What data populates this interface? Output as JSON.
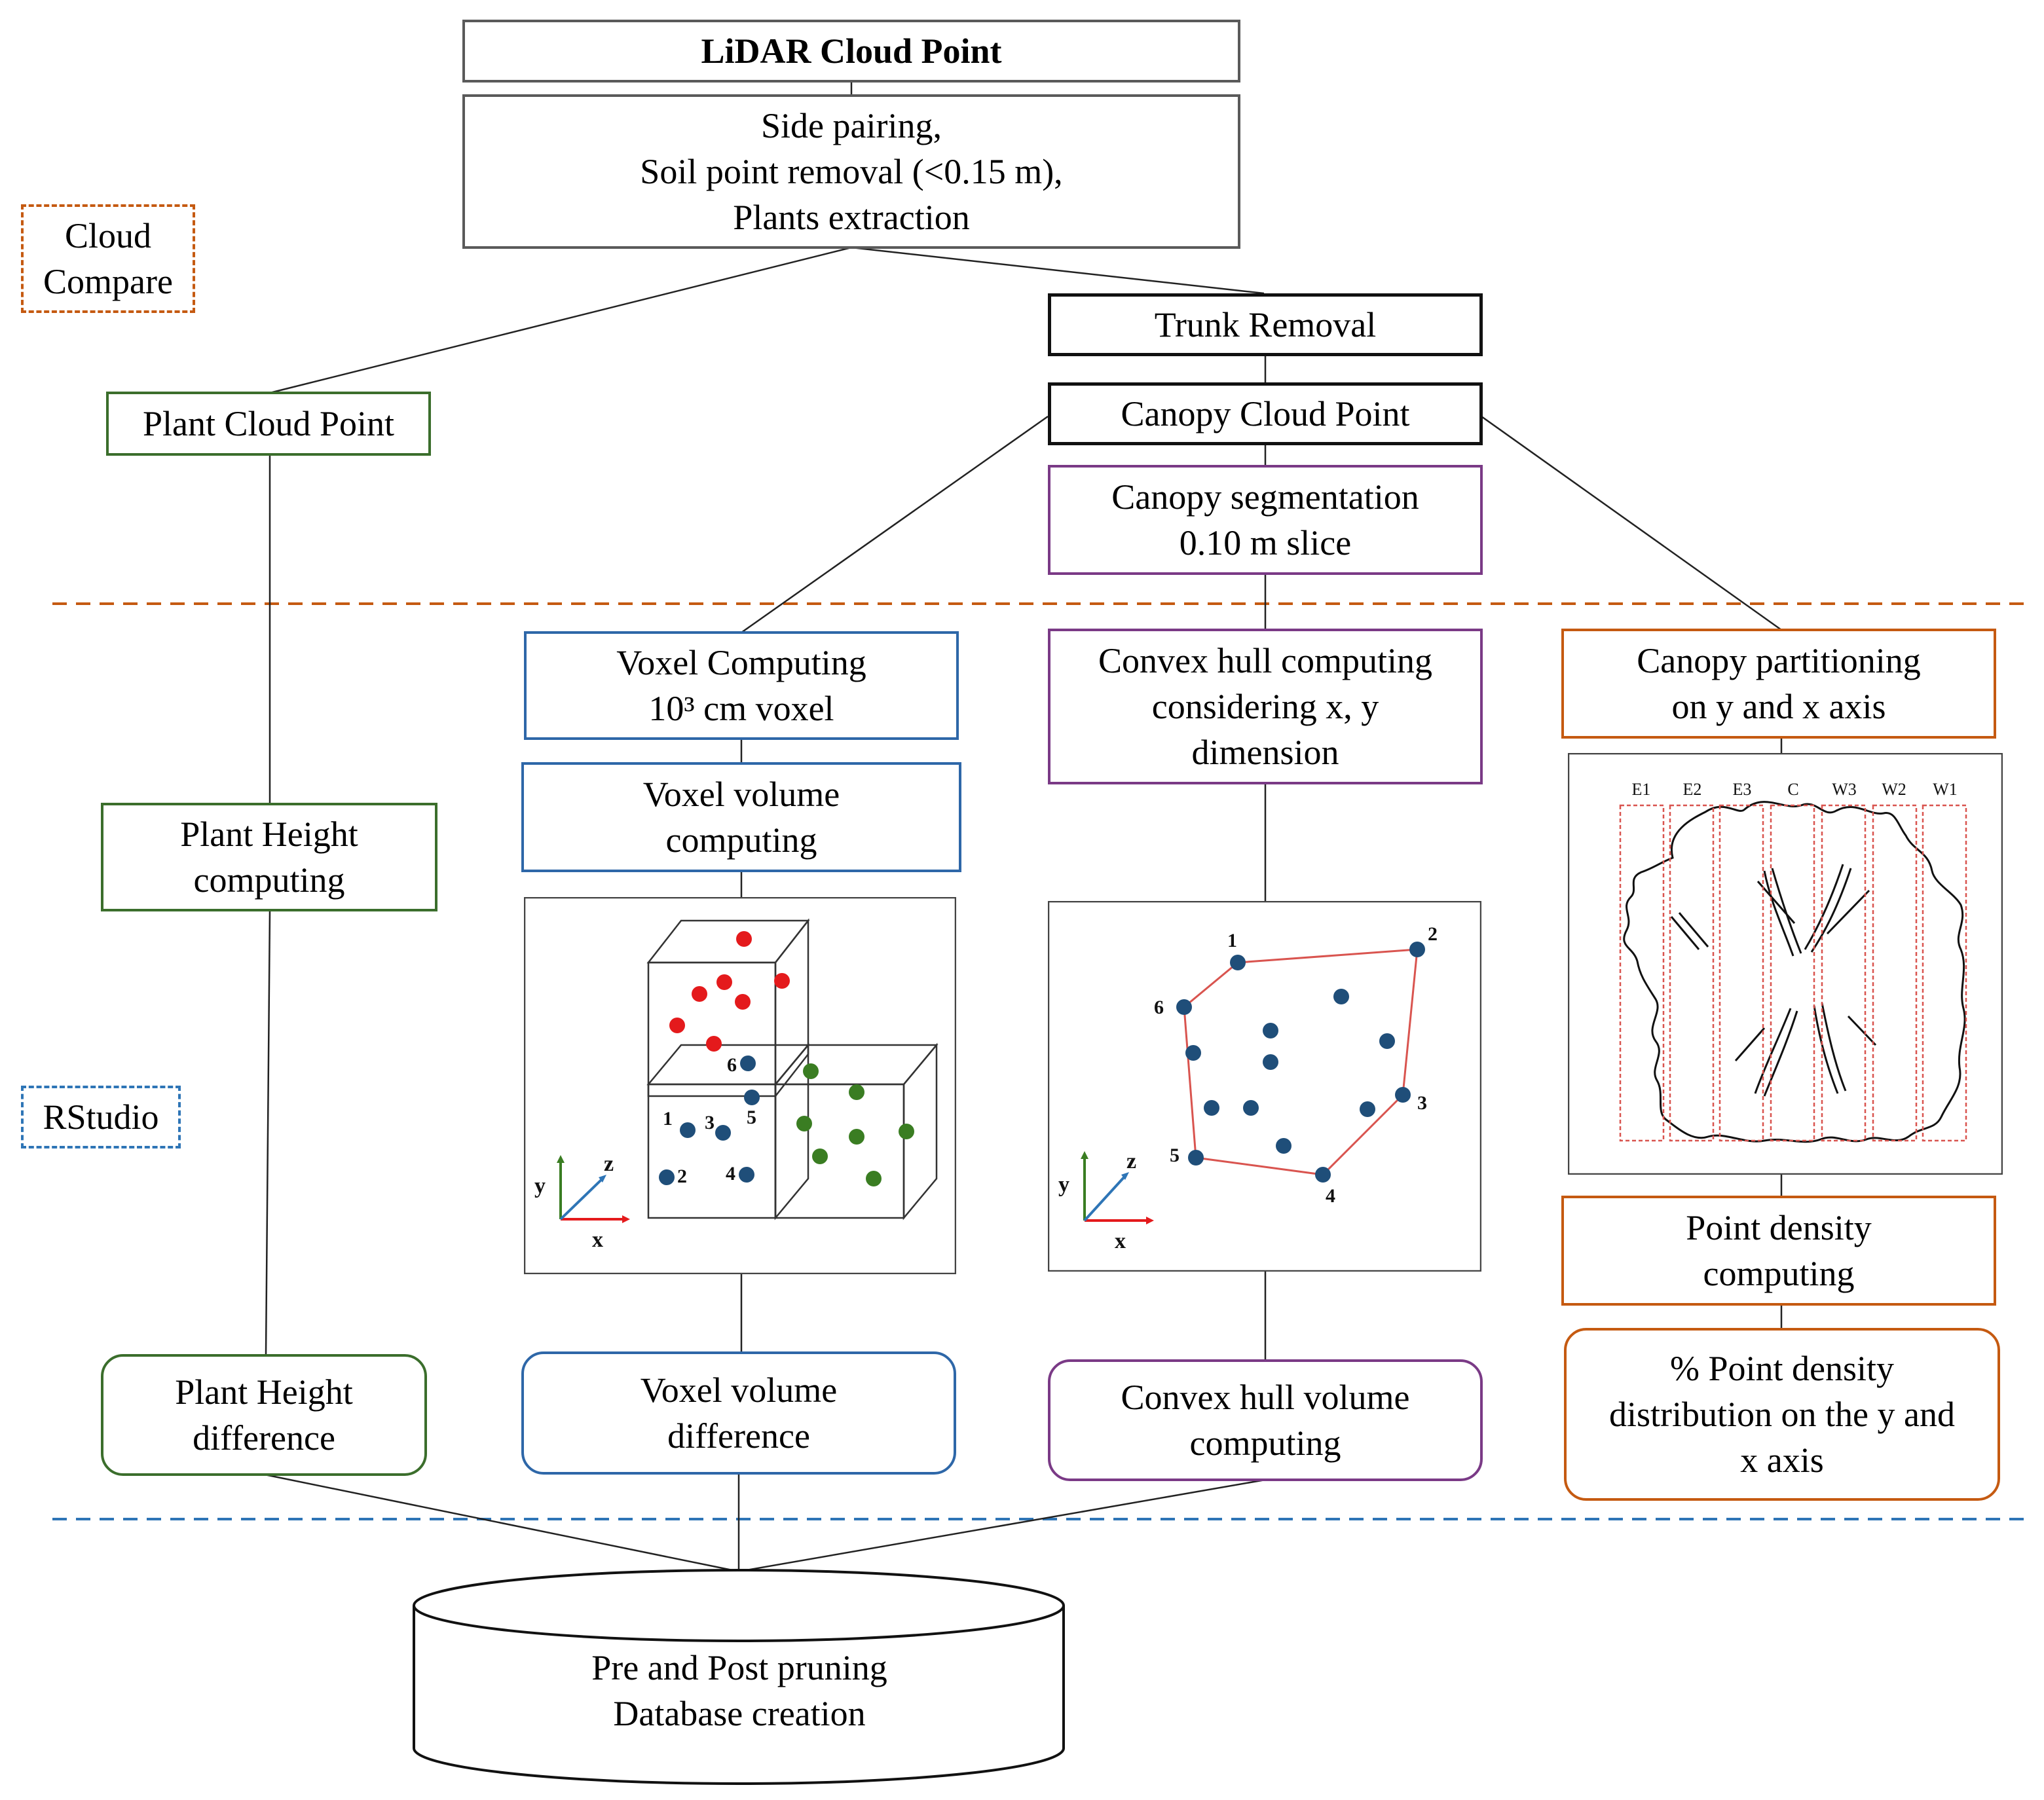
{
  "tools": {
    "cloud_compare": [
      "Cloud",
      "Compare"
    ],
    "rstudio": "RStudio"
  },
  "nodes": {
    "lidar": "LiDAR Cloud Point",
    "preprocess": [
      "Side pairing,",
      "Soil point removal (<0.15 m),",
      "Plants extraction"
    ],
    "trunk_removal": "Trunk Removal",
    "plant_cloud": "Plant Cloud Point",
    "canopy_cloud": "Canopy Cloud Point",
    "canopy_segmentation": [
      "Canopy segmentation",
      "0.10 m slice"
    ],
    "voxel_computing": [
      "Voxel Computing",
      "10³ cm voxel"
    ],
    "convex_hull_computing": [
      "Convex hull computing",
      "considering x, y",
      "dimension"
    ],
    "canopy_partitioning": [
      "Canopy partitioning",
      "on y and x axis"
    ],
    "plant_height_computing": [
      "Plant Height",
      "computing"
    ],
    "voxel_volume_computing": [
      "Voxel volume",
      "computing"
    ],
    "point_density_computing": [
      "Point density",
      "computing"
    ],
    "plant_height_difference": [
      "Plant Height",
      "difference"
    ],
    "voxel_volume_difference": [
      "Voxel volume",
      "difference"
    ],
    "convex_hull_volume": [
      "Convex hull volume",
      "computing"
    ],
    "point_density_distribution": [
      "% Point density",
      "distribution on the y and",
      "x axis"
    ],
    "database": [
      "Pre and Post pruning",
      "Database creation"
    ]
  },
  "voxel_figure": {
    "point_labels": [
      "1",
      "2",
      "3",
      "4",
      "5",
      "6"
    ],
    "axes": {
      "x": "x",
      "y": "y",
      "z": "z"
    }
  },
  "hull_figure": {
    "vertex_labels": [
      "1",
      "2",
      "3",
      "4",
      "5",
      "6"
    ],
    "axes": {
      "x": "x",
      "y": "y",
      "z": "z"
    }
  },
  "partition_figure": {
    "columns": [
      "E1",
      "E2",
      "E3",
      "C",
      "W3",
      "W2",
      "W1"
    ]
  },
  "colors": {
    "cloud_compare_accent": "#c55a11",
    "rstudio_accent": "#2e75b6",
    "plant_height_branch": "#3b6e2c",
    "voxel_branch": "#2e67a8",
    "convex_hull_branch": "#7a3a86",
    "point_density_branch": "#c55a11",
    "red_points": "#e41a1c",
    "blue_points": "#1f4e79",
    "green_points": "#3a7d22"
  }
}
